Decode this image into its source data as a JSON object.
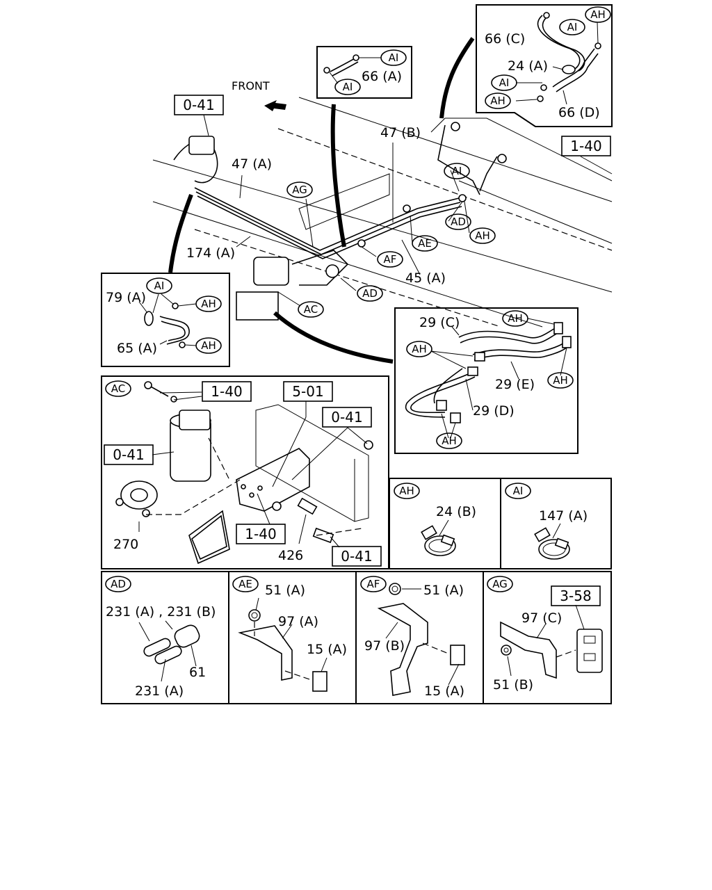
{
  "direction_label": "FRONT",
  "refs": {
    "r041a": "0-41",
    "r140a": "1-40",
    "r140b": "1-40",
    "r501": "5-01",
    "r041b": "0-41",
    "r041c": "0-41",
    "r140c": "1-40",
    "r041d": "0-41",
    "r358": "3-58"
  },
  "ovals": {
    "ai1": "AI",
    "ai2": "AI",
    "ah1": "AH",
    "ai3": "AI",
    "ai4": "AI",
    "ah2": "AH",
    "ai5": "AI",
    "ag": "AG",
    "ad1": "AD",
    "ah3": "AH",
    "ae": "AE",
    "af": "AF",
    "ad2": "AD",
    "ac": "AC",
    "ai6": "AI",
    "ah4": "AH",
    "ah5": "AH",
    "ah6": "AH",
    "ah7": "AH",
    "ah8": "AH",
    "ah9": "AH"
  },
  "panel_titles": {
    "ac": "AC",
    "ah": "AH",
    "ai": "AI",
    "ad": "AD",
    "ae": "AE",
    "af": "AF",
    "ag": "AG"
  },
  "labels": {
    "p66a": "66 (A)",
    "p66c": "66 (C)",
    "p24a": "24 (A)",
    "p66d": "66 (D)",
    "p47b": "47 (B)",
    "p47a": "47 (A)",
    "p174a": "174 (A)",
    "p45a": "45 (A)",
    "p79a": "79 (A)",
    "p65a": "65 (A)",
    "p29c": "29 (C)",
    "p29e": "29 (E)",
    "p29d": "29 (D)",
    "p270": "270",
    "p426": "426",
    "p24b": "24 (B)",
    "p147a": "147 (A)",
    "p231ab": "231 (A) , 231 (B)",
    "p61": "61",
    "p231a": "231 (A)",
    "p51a_ae": "51 (A)",
    "p97a": "97 (A)",
    "p15a_ae": "15 (A)",
    "p51a_af": "51 (A)",
    "p97b": "97 (B)",
    "p15a_af": "15 (A)",
    "p97c": "97 (C)",
    "p51b": "51 (B)"
  }
}
